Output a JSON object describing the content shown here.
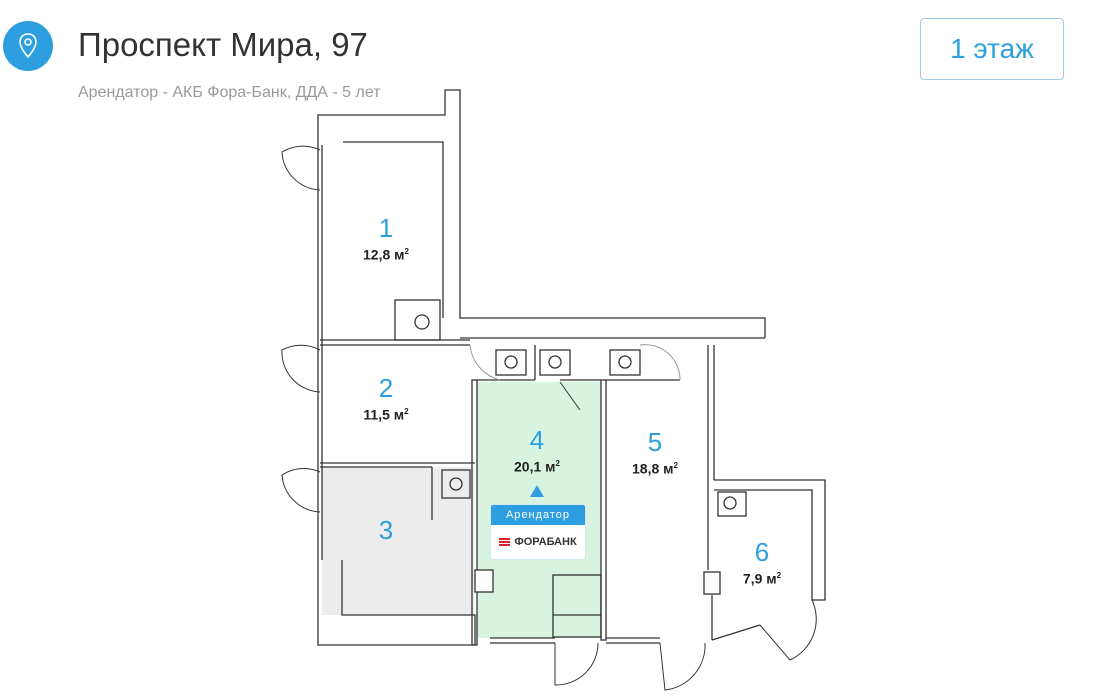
{
  "header": {
    "title": "Проспект Мира, 97",
    "subtitle": "Арендатор - АКБ Фора-Банк, ДДА - 5 лет",
    "floor_button": "1 этаж",
    "icon": "map-pin-icon"
  },
  "rooms": [
    {
      "number": "1",
      "area": "12,8 м",
      "sup": "2"
    },
    {
      "number": "2",
      "area": "11,5 м",
      "sup": "2"
    },
    {
      "number": "3"
    },
    {
      "number": "4",
      "area": "20,1 м",
      "sup": "2"
    },
    {
      "number": "5",
      "area": "18,8 м",
      "sup": "2"
    },
    {
      "number": "6",
      "area": "7,9 м",
      "sup": "2"
    }
  ],
  "tenant_badge": {
    "label": "Арендатор",
    "brand": "ФОРАБАНК"
  },
  "colors": {
    "accent": "#2d9fe0",
    "rented_room": "#d8f4e0",
    "room3": "#ececec"
  }
}
